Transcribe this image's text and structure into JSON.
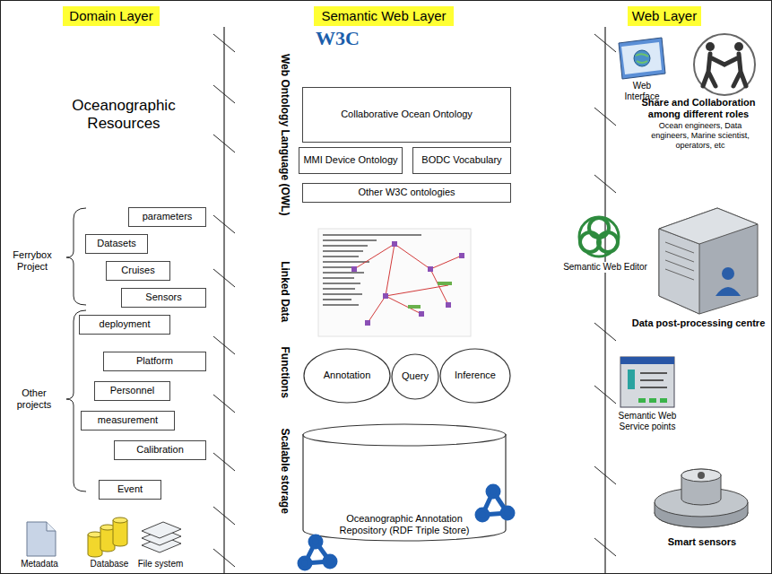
{
  "diagram": {
    "nodes": [
      {
        "text": [
          "Domain Layer"
        ]
      },
      {
        "text": [
          "Semantic Web Layer"
        ]
      },
      {
        "text": [
          "Web Layer"
        ]
      },
      {
        "text": [
          "parameters"
        ]
      },
      {
        "text": [
          "Datasets"
        ]
      },
      {
        "text": [
          "Cruises"
        ]
      },
      {
        "text": [
          "Sensors"
        ]
      },
      {
        "text": [
          "deployment"
        ]
      },
      {
        "text": [
          "Platform"
        ]
      },
      {
        "text": [
          "Personnel"
        ]
      },
      {
        "text": [
          "measurement"
        ]
      },
      {
        "text": [
          "Calibration"
        ]
      },
      {
        "text": [
          "Event"
        ]
      },
      {
        "text": [
          "Collaborative Ocean Ontology"
        ]
      },
      {
        "text": [
          "MMI Device Ontology"
        ]
      },
      {
        "text": [
          "BODC Vocabulary"
        ]
      },
      {
        "text": [
          "Other W3C ontologies"
        ]
      },
      {
        "text": [
          "Annotation"
        ]
      },
      {
        "text": [
          "Query"
        ]
      },
      {
        "text": [
          "Inference"
        ]
      },
      {
        "text": [
          "Oceanographic Annotation Repository (RDF Triple Store)"
        ]
      }
    ],
    "labels": [
      "Oceanographic Resources",
      "Ferrybox Project",
      "Other projects",
      "Metadata",
      "Database",
      "File system",
      "W3C",
      "Web Ontology Language (OWL)",
      "Linked Data",
      "Functions",
      "Scalable storage",
      "Web Interface",
      "Share and Collaboration among different roles",
      "Ocean engineers, Data engineers, Marine scientist, operators, etc",
      "Semantic Web Editor",
      "Data post-processing centre",
      "Semantic Web Service points",
      "Smart sensors"
    ]
  }
}
